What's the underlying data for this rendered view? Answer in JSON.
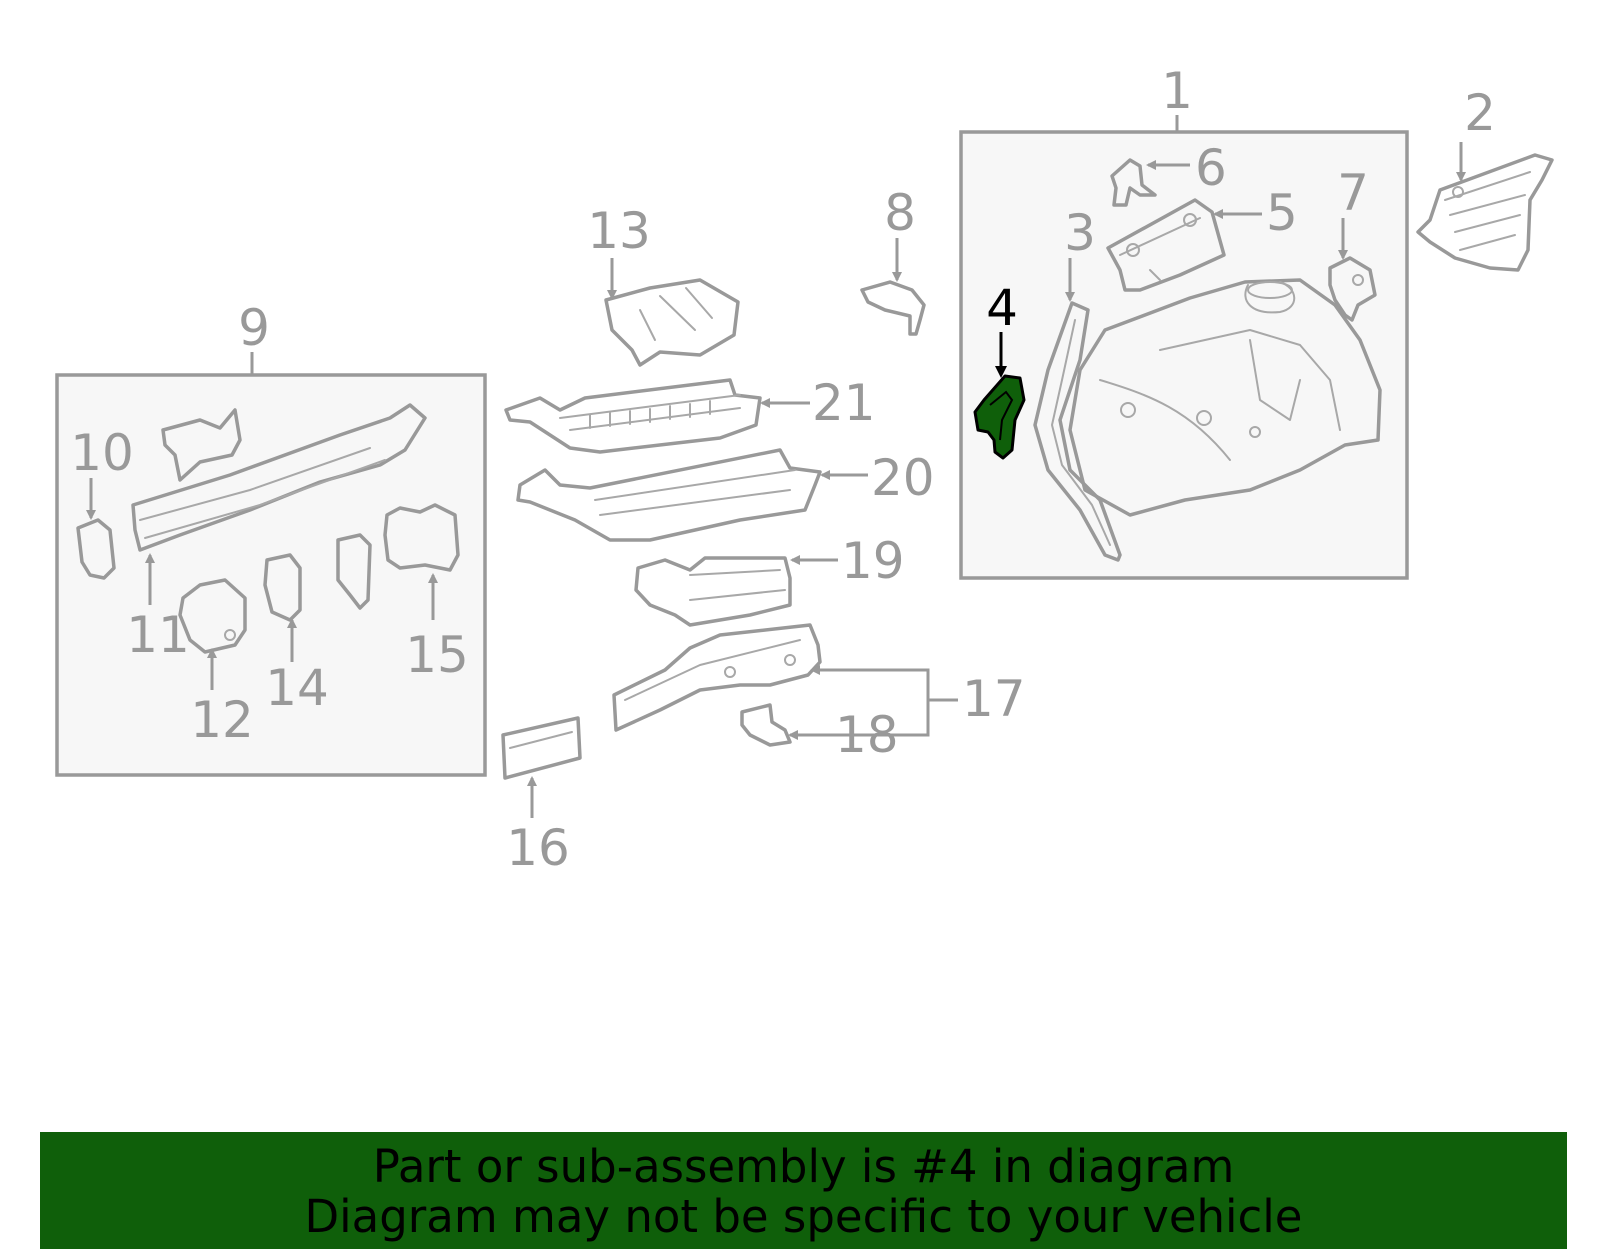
{
  "callouts": {
    "c1": "1",
    "c2": "2",
    "c3": "3",
    "c4": "4",
    "c5": "5",
    "c6": "6",
    "c7": "7",
    "c8": "8",
    "c9": "9",
    "c10": "10",
    "c11": "11",
    "c12": "12",
    "c13": "13",
    "c14": "14",
    "c15": "15",
    "c16": "16",
    "c17": "17",
    "c18": "18",
    "c19": "19",
    "c20": "20",
    "c21": "21"
  },
  "highlighted_part": "4",
  "colors": {
    "line": "#999999",
    "highlight": "#0f5f0a",
    "banner": "#0f5f0a",
    "box_fill": "#f7f7f7"
  },
  "banner": {
    "line1": "Part or sub-assembly is #4 in diagram",
    "line2": "Diagram may not be specific to your vehicle"
  }
}
